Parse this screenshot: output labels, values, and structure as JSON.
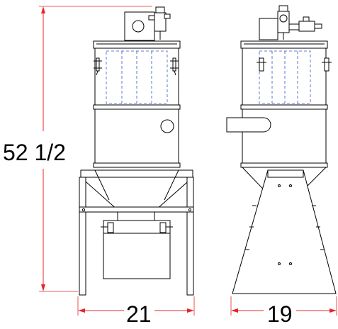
{
  "dimensions": {
    "height_label": "52 1/2",
    "front_width_label": "21",
    "side_width_label": "19"
  },
  "colors": {
    "line": "#000000",
    "dimension": "#e8262a",
    "hidden_filter": "#3355cc",
    "background": "#ffffff"
  }
}
